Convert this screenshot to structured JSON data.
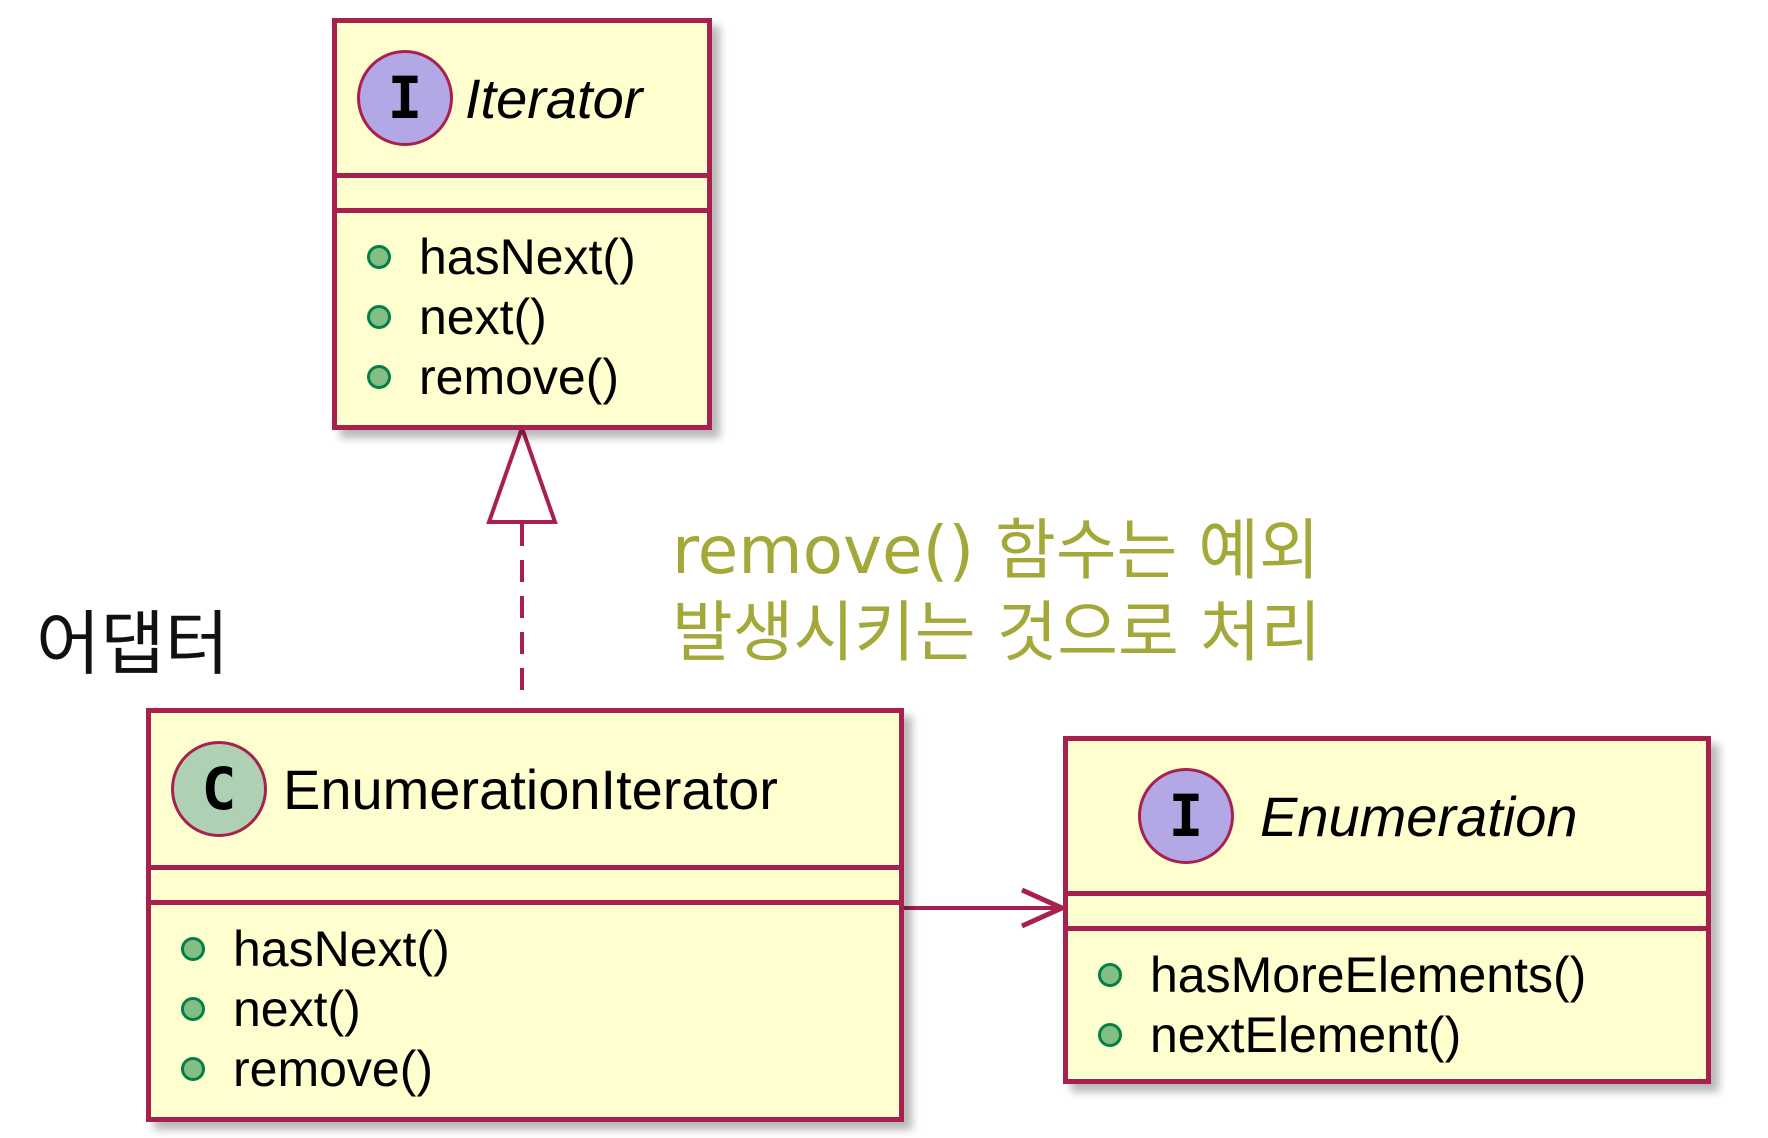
{
  "colors": {
    "box_fill": "#fefece",
    "border": "#a8204e",
    "interface_badge": "#b4a7e5",
    "class_badge": "#add1b2",
    "visibility_dot": "#84be84",
    "annotation_text": "#a4a839"
  },
  "iterator": {
    "stereotype": "I",
    "name": "Iterator",
    "methods": [
      "hasNext()",
      "next()",
      "remove()"
    ]
  },
  "enumeration_iterator": {
    "stereotype": "C",
    "name": "EnumerationIterator",
    "methods": [
      "hasNext()",
      "next()",
      "remove()"
    ]
  },
  "enumeration": {
    "stereotype": "I",
    "name": "Enumeration",
    "methods": [
      "hasMoreElements()",
      "nextElement()"
    ]
  },
  "annotation": {
    "line1": "remove() 함수는 예외",
    "line2": "발생시키는 것으로 처리"
  },
  "adapter_label": "어댑터"
}
